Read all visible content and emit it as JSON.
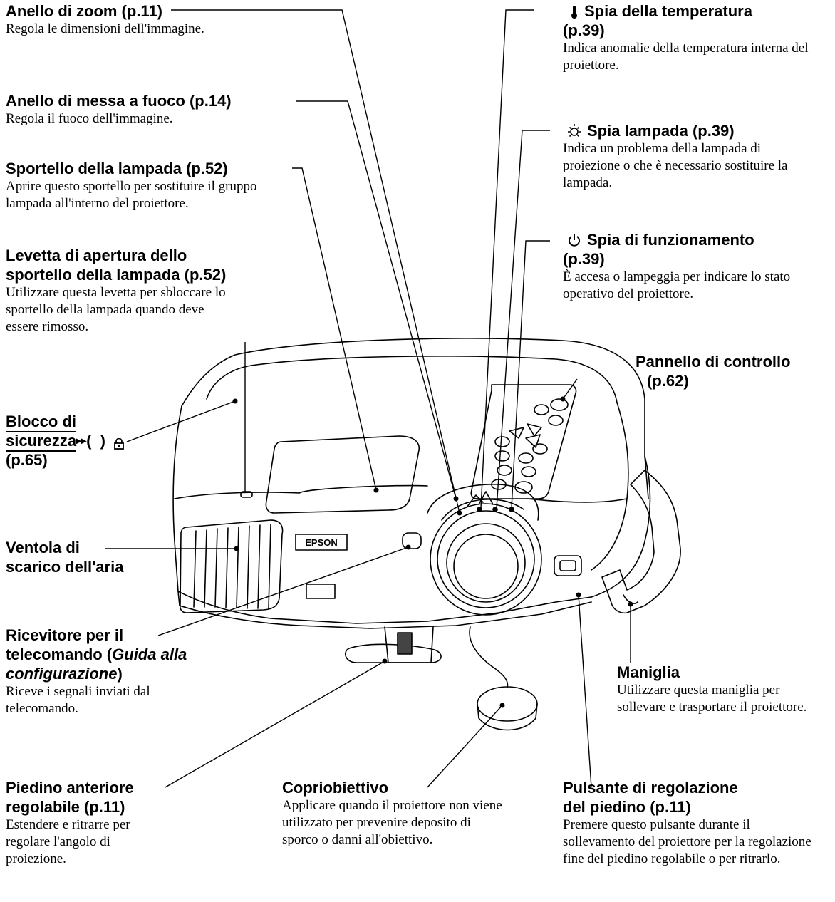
{
  "labels": {
    "zoom": {
      "title": "Anello di zoom (p.11)",
      "desc": "Regola le dimensioni dell'immagine."
    },
    "focus": {
      "title": "Anello di messa a fuoco (p.14)",
      "desc": "Regola il fuoco dell'immagine."
    },
    "lamp_cover": {
      "title": "Sportello della lampada (p.52)",
      "desc": "Aprire questo sportello per sostituire il gruppo lampada all'interno del proiettore."
    },
    "lever": {
      "title_1": "Levetta di apertura dello",
      "title_2": "sportello della lampada (p.52)",
      "desc": "Utilizzare questa levetta per sbloccare lo sportello della lampada quando deve essere rimosso."
    },
    "security": {
      "line1": "Blocco di",
      "line2": "sicurezza",
      "arrow": "▸▸",
      "paren": "(  )",
      "page": "(p.65)"
    },
    "fan": {
      "line1": "Ventola di",
      "line2": "scarico dell'aria"
    },
    "receiver": {
      "line1": "Ricevitore per il",
      "line2_a": "telecomando (",
      "line2_b": "Guida alla",
      "line3_a": "configurazione",
      "line3_b": ")",
      "desc": "Riceve i segnali inviati dal telecomando."
    },
    "front_foot": {
      "line1": "Piedino anteriore",
      "line2": "regolabile (p.11)",
      "desc": "Estendere e ritrarre per regolare l'angolo di proiezione."
    },
    "lens_cap": {
      "title": "Copriobiettivo",
      "desc": "Applicare quando il proiettore non viene utilizzato per prevenire deposito di sporco o danni all'obiettivo."
    },
    "foot_button": {
      "line1": "Pulsante di regolazione",
      "line2": "del piedino (p.11)",
      "desc": "Premere questo pulsante durante il sollevamento del proiettore per la regolazione fine del piedino regolabile o per ritrarlo."
    },
    "temp": {
      "line1": "Spia della temperatura",
      "line2": "(p.39)",
      "desc": "Indica anomalie della temperatura interna del proiettore."
    },
    "lamp_light": {
      "title": "Spia lampada (p.39)",
      "desc": "Indica un problema della lampada di proiezione o che è necessario sostituire la lampada."
    },
    "power": {
      "line1": "Spia di funzionamento",
      "line2": "(p.39)",
      "desc": "È accesa o lampeggia per indicare lo stato operativo del proiettore."
    },
    "control_panel": {
      "line1": "Pannello di controllo",
      "line2": "(p.62)"
    },
    "handle": {
      "title": "Maniglia",
      "desc": "Utilizzare questa maniglia per sollevare e trasportare il proiettore."
    }
  },
  "brand": "EPSON",
  "icons": {
    "temp": "thermometer-icon",
    "lamp": "lamp-icon",
    "power": "power-icon",
    "lock": "lock-icon"
  }
}
